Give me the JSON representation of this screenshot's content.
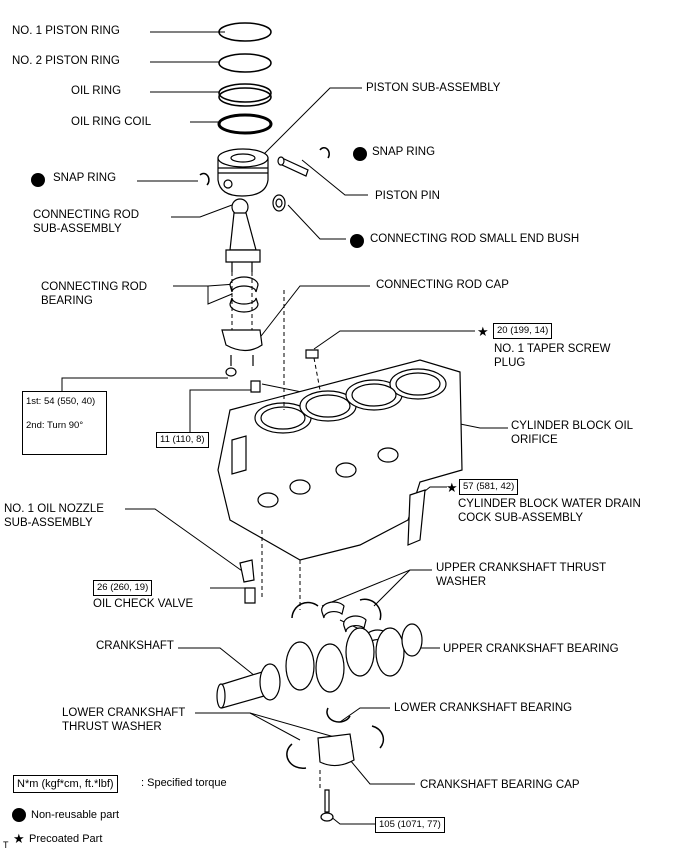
{
  "labels": {
    "no1_piston_ring": "NO. 1 PISTON RING",
    "no2_piston_ring": "NO. 2 PISTON RING",
    "oil_ring": "OIL RING",
    "oil_ring_coil": "OIL RING COIL",
    "piston_sub_assembly": "PISTON SUB-ASSEMBLY",
    "snap_ring_right": "SNAP RING",
    "snap_ring_left": "SNAP RING",
    "piston_pin": "PISTON PIN",
    "connecting_rod_sub_assembly": "CONNECTING ROD\nSUB-ASSEMBLY",
    "connecting_rod_small_end_bush": "CONNECTING ROD SMALL END BUSH",
    "connecting_rod_bearing": "CONNECTING ROD\nBEARING",
    "connecting_rod_cap": "CONNECTING ROD CAP",
    "no1_taper_screw_plug": "NO. 1 TAPER SCREW\nPLUG",
    "cylinder_block_oil_orifice": "CYLINDER BLOCK OIL\nORIFICE",
    "cylinder_block_water_drain": "CYLINDER BLOCK WATER DRAIN\nCOCK SUB-ASSEMBLY",
    "no1_oil_nozzle": "NO. 1 OIL NOZZLE\nSUB-ASSEMBLY",
    "oil_check_valve": "OIL CHECK VALVE",
    "upper_crankshaft_thrust_washer": "UPPER CRANKSHAFT THRUST\nWASHER",
    "crankshaft": "CRANKSHAFT",
    "upper_crankshaft_bearing": "UPPER CRANKSHAFT BEARING",
    "lower_crankshaft_thrust_washer": "LOWER CRANKSHAFT\nTHRUST WASHER",
    "lower_crankshaft_bearing": "LOWER CRANKSHAFT BEARING",
    "crankshaft_bearing_cap": "CRANKSHAFT BEARING CAP"
  },
  "torques": {
    "taper_plug": "20 (199, 14)",
    "rod_cap": "1st: 54 (550, 40)\n\n2nd: Turn 90°",
    "oil_orifice": "11 (110, 8)",
    "water_drain": "57 (581, 42)",
    "oil_check_valve": "26 (260, 19)",
    "bearing_cap": "105 (1071, 77)"
  },
  "legend": {
    "torque_unit": "N*m (kgf*cm, ft.*lbf)",
    "torque_desc": ": Specified torque",
    "non_reusable": "Non-reusable part",
    "precoated": "Precoated Part",
    "star_symbol": "★",
    "corner_mark": "T"
  },
  "colors": {
    "ink": "#000000",
    "background": "#ffffff"
  }
}
